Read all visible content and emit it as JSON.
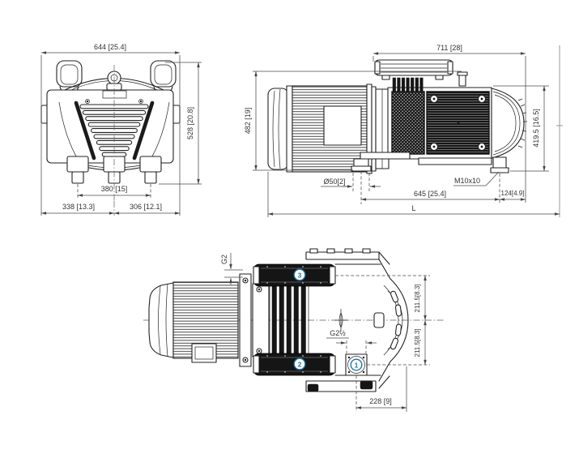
{
  "colors": {
    "line": "#222222",
    "dimension": "#4a4a4a",
    "callout_blue": "#1e73a8",
    "background": "#ffffff"
  },
  "views": {
    "front": {
      "dim_overall_width": "644 [25.4]",
      "dim_overall_height": "528 [20.8]",
      "dim_feet_span": "380 [15]",
      "dim_left_of_center": "338 [13.3]",
      "dim_right_of_center": "306 [12.1]"
    },
    "side": {
      "dim_top_length": "711 [28]",
      "dim_total_height": "482 [19]",
      "dim_body_height": "419.5 [16.5]",
      "label_foot_diameter": "Ø50[2]",
      "label_thread": "M10x10",
      "dim_foot_span": "645 [25.4]",
      "dim_foot_offset": "124[4.9]",
      "dim_total_length": "L"
    },
    "top": {
      "label_port_top": "G2",
      "label_port_bottom": "G2½",
      "dim_upper_half": "211.5[8.3]",
      "dim_lower_half": "211.5[8.3]",
      "dim_port_offset": "228 [9]",
      "callouts": [
        {
          "number": "1"
        },
        {
          "number": "2"
        },
        {
          "number": "3"
        }
      ]
    }
  }
}
